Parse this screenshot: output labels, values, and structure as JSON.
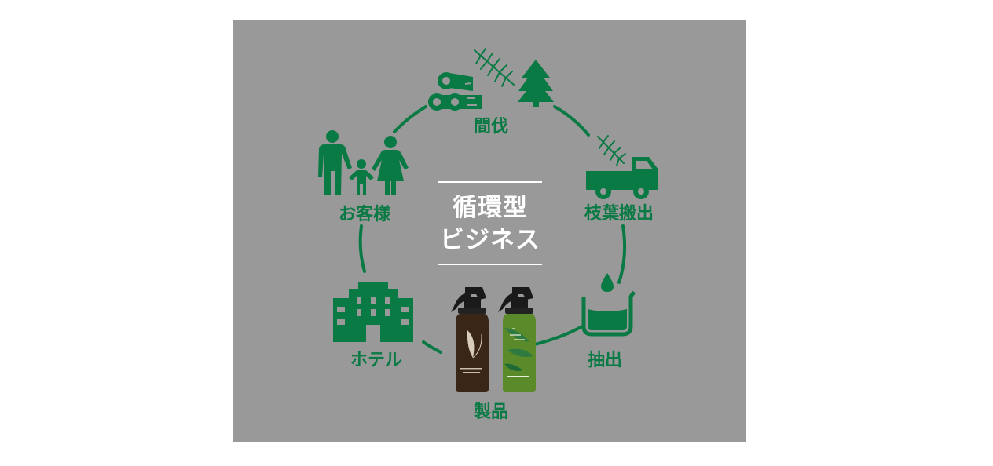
{
  "title": {
    "line1": "循環型",
    "line2": "ビジネス"
  },
  "stages": {
    "thinning": "間伐",
    "branch_leaf_transport": "枝葉搬出",
    "extraction": "抽出",
    "products": "製品",
    "hotel": "ホテル",
    "customers": "お客様"
  },
  "colors": {
    "panel_background": "#999999",
    "icon_green": "#0a7a45",
    "title_text": "#ffffff"
  },
  "icons": [
    "logs-icon",
    "pine-branch-icon",
    "tree-icon",
    "truck-icon",
    "beaker-icon",
    "spray-bottles-icon",
    "hotel-building-icon",
    "family-icon"
  ]
}
